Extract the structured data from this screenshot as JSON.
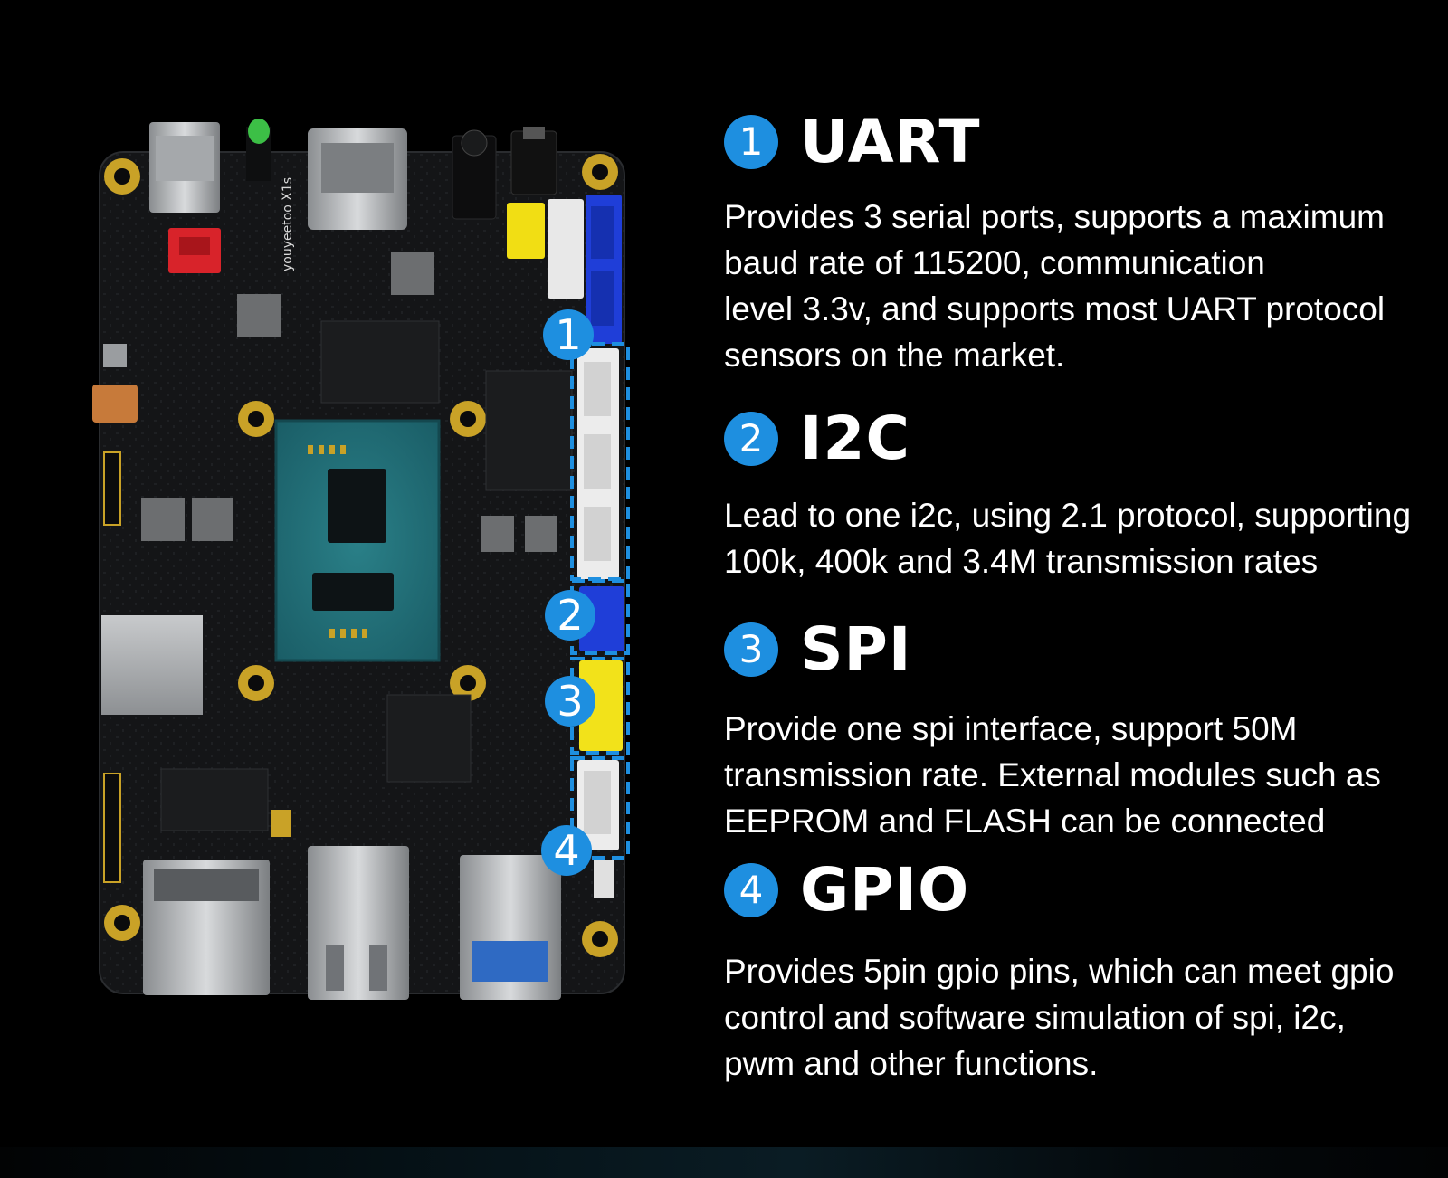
{
  "board": {
    "silkscreen_model": "youyeetoo X1s",
    "callouts": [
      "1",
      "2",
      "3",
      "4"
    ]
  },
  "features": [
    {
      "number": "1",
      "title": "UART",
      "lines": [
        "Provides 3 serial ports, supports a maximum",
        "baud rate of 115200, communication",
        "level 3.3v, and supports most UART protocol",
        "sensors on the market."
      ]
    },
    {
      "number": "2",
      "title": "I2C",
      "lines": [
        "Lead to one i2c, using 2.1 protocol, supporting",
        "100k, 400k and 3.4M transmission rates"
      ]
    },
    {
      "number": "3",
      "title": "SPI",
      "lines": [
        "Provide one spi interface, support 50M",
        "transmission rate. External modules such as",
        "EEPROM and FLASH can be connected"
      ]
    },
    {
      "number": "4",
      "title": "GPIO",
      "lines": [
        "Provides 5pin gpio pins, which can meet gpio",
        "control and software simulation of spi, i2c,",
        "pwm and other functions."
      ]
    }
  ],
  "colors": {
    "background": "#000000",
    "badge": "#1e8fe0",
    "pcb": "#141517",
    "soc": "#1f6f78",
    "connector_blue": "#1f3ed8",
    "connector_yellow": "#f2e21a",
    "callout_dash": "#1e8fe0"
  }
}
